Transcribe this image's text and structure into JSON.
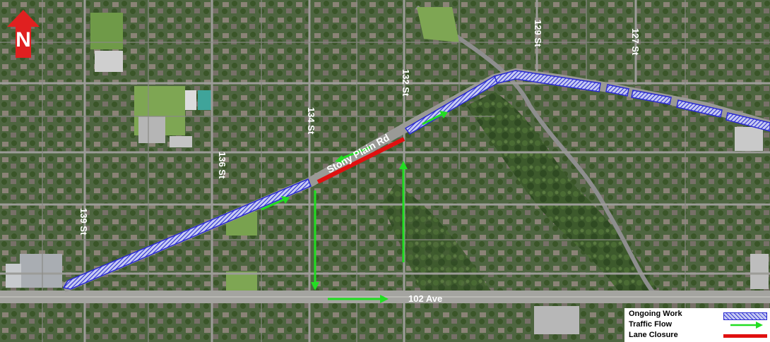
{
  "north_arrow": {
    "letter": "N",
    "color": "#e02020"
  },
  "streets": {
    "s139": "139 St",
    "s136": "136 St",
    "s134": "134 St",
    "s132": "132 St",
    "s129": "129 St",
    "s127": "127 St",
    "stony_plain": "Stony Plain Rd",
    "ave102": "102 Ave"
  },
  "legend": {
    "items": [
      {
        "label": "Ongoing Work",
        "icon": "hatched-blue-bar"
      },
      {
        "label": "Traffic Flow",
        "icon": "green-arrow"
      },
      {
        "label": "Lane Closure",
        "icon": "red-bar"
      }
    ]
  },
  "colors": {
    "ongoing_work": "#2a2ad0",
    "traffic_flow": "#22dd22",
    "lane_closure": "#e01010"
  }
}
